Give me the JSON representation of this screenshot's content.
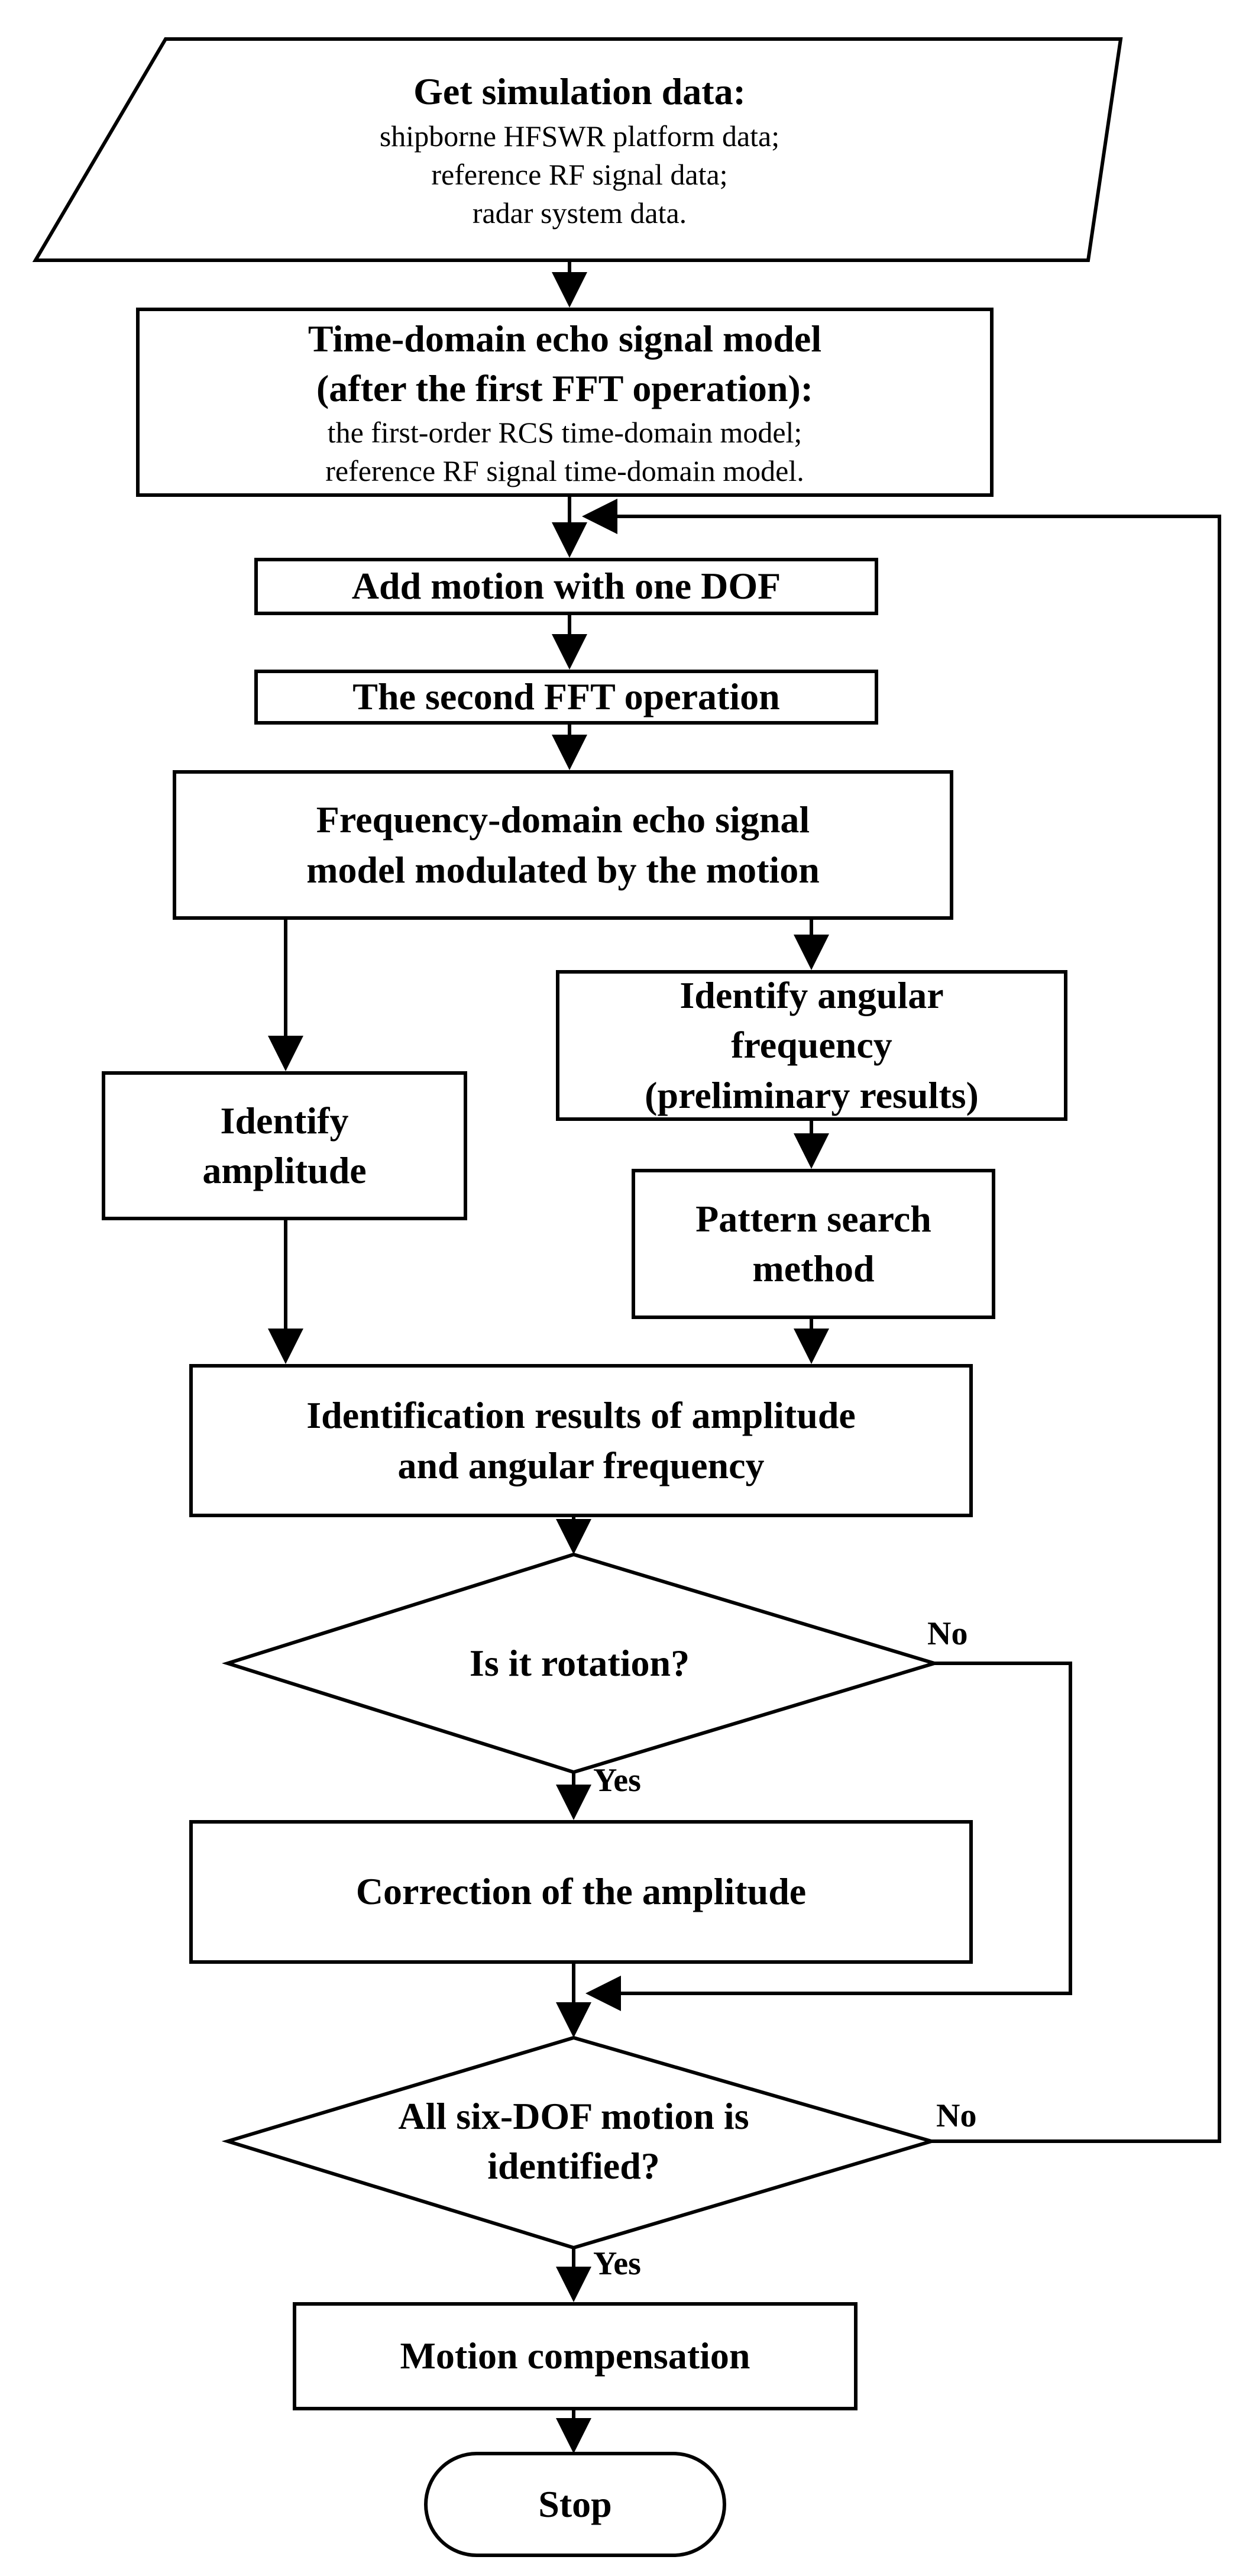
{
  "nodes": {
    "start": {
      "title": "Get simulation data:",
      "lines": [
        "shipborne HFSWR platform data;",
        "reference RF signal data;",
        "radar system data."
      ]
    },
    "time_model": {
      "title_lines": [
        "Time-domain echo signal model",
        "(after the first FFT operation):"
      ],
      "lines": [
        "the first-order RCS time-domain model;",
        "reference RF signal time-domain model."
      ]
    },
    "add_motion": "Add motion with one DOF",
    "second_fft": "The second FFT operation",
    "freq_model": [
      "Frequency-domain echo signal",
      "model modulated by the motion"
    ],
    "identify_freq": [
      "Identify angular",
      "frequency",
      "(preliminary results)"
    ],
    "identify_amp": [
      "Identify",
      "amplitude"
    ],
    "pattern_search": [
      "Pattern search",
      "method"
    ],
    "results": [
      "Identification results of amplitude",
      "and angular frequency"
    ],
    "is_rotation": "Is it rotation?",
    "correction": "Correction of the amplitude",
    "all_identified": [
      "All six-DOF motion is",
      "identified?"
    ],
    "compensation": "Motion compensation",
    "stop": "Stop"
  },
  "labels": {
    "rotation_no": "No",
    "rotation_yes": "Yes",
    "all_no": "No",
    "all_yes": "Yes"
  }
}
